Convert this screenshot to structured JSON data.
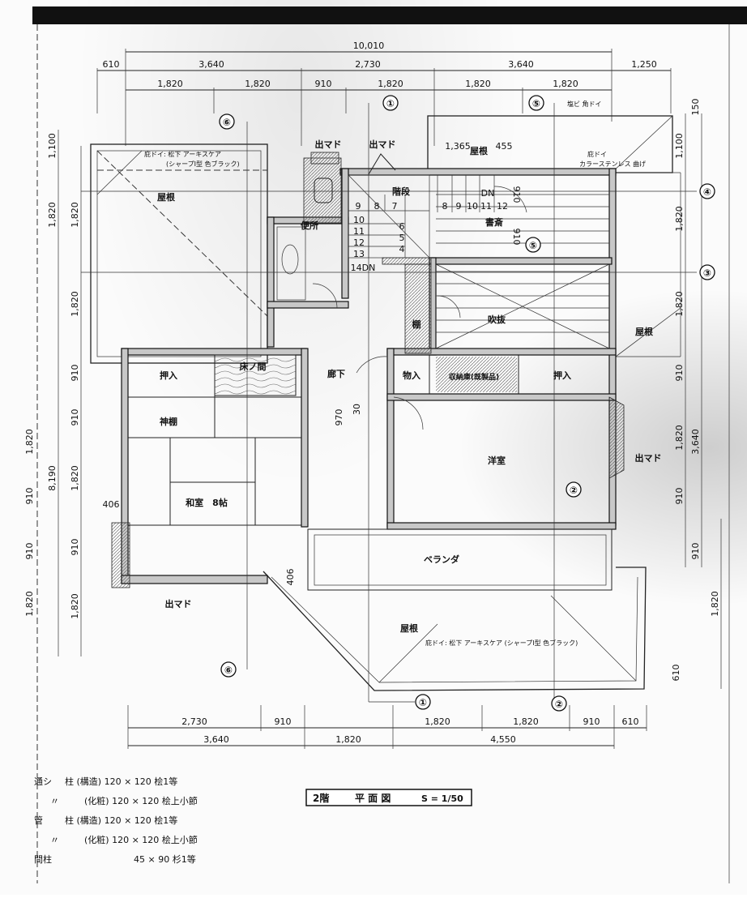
{
  "dimensions": {
    "top_total": "10,010",
    "top_row2": [
      "610",
      "3,640",
      "2,730",
      "3,640",
      "1,250"
    ],
    "top_row3": [
      "1,820",
      "1,820",
      "910",
      "1,820",
      "1,820",
      "1,820"
    ],
    "bottom_row1": [
      "2,730",
      "910",
      "1,820",
      "1,820",
      "910",
      "610"
    ],
    "bottom_row2": [
      "3,640",
      "1,820",
      "4,550"
    ],
    "left_outer": [
      "1,100",
      "1,820",
      "1,820",
      "8,190",
      "910",
      "910",
      "1,820"
    ],
    "left_inner": [
      "1,820",
      "1,820",
      "910",
      "910",
      "1,820",
      "910",
      "1,820"
    ],
    "right_inner": [
      "1,100",
      "1,820",
      "1,820",
      "910",
      "1,820",
      "910",
      "910"
    ],
    "right_outer": [
      "150",
      "3,640",
      "1,820",
      "610"
    ],
    "interior": [
      "1,365",
      "455",
      "910",
      "910",
      "970",
      "30",
      "406",
      "406"
    ]
  },
  "grid_marks": [
    "①",
    "⑤",
    "⑥",
    "④",
    "③",
    "⑤",
    "②",
    "⑥",
    "①",
    "②"
  ],
  "rooms": {
    "bay_window_toilet": "出マド",
    "bay_window_stair": "出マド",
    "roof_left": "屋根",
    "stairs": "階段",
    "toilet": "便所",
    "study": "書斎",
    "atrium": "吹抜",
    "roof_right": "屋根",
    "roof_top": "屋根",
    "closet_left": "押入",
    "tokonoma": "床ノ間",
    "corridor": "廊下",
    "storage": "物入",
    "storeroom": "収納庫(既製品)",
    "closet_right": "押入",
    "kamidana": "神棚",
    "washitsu": "和室　8帖",
    "western_room": "洋室",
    "bay_window_right": "出マド",
    "veranda": "ベランダ",
    "bay_window_bottom": "出マド",
    "roof_bottom": "屋根",
    "shelf": "棚",
    "down_top": "DN",
    "down_stair": "14DN"
  },
  "stair_steps": {
    "upper_left": [
      "9",
      "8",
      "7"
    ],
    "upper_right": [
      "8",
      "9",
      "10",
      "11",
      "12"
    ],
    "left_column": [
      "10",
      "11",
      "12",
      "13"
    ],
    "mid_column": [
      "6",
      "5",
      "4"
    ]
  },
  "notes": {
    "gutter_left_1": "庇ドイ: 松下 アーキスケア",
    "gutter_left_2": "(シャープⅠ型 色ブラック)",
    "gutter_top": "塩ビ 角ドイ",
    "gutter_right_1": "庇ドイ",
    "gutter_right_2": "カラーステンレス 曲げ",
    "gutter_bottom": "庇ドイ: 松下 アーキスケア (シャープⅠ型 色ブラック)"
  },
  "legend": [
    {
      "prefix": "通シ",
      "text": "柱 (構造) 120 × 120  桧1等"
    },
    {
      "prefix": "〃",
      "text": "(化粧) 120 × 120  桧上小節"
    },
    {
      "prefix": "管",
      "text": "柱 (構造) 120 × 120  桧1等"
    },
    {
      "prefix": "〃",
      "text": "(化粧) 120 × 120  桧上小節"
    },
    {
      "prefix": "間柱",
      "text": "45 × 90  杉1等"
    }
  ],
  "title": {
    "floor": "2階",
    "name": "平 面 図",
    "scale": "S = 1/50"
  }
}
